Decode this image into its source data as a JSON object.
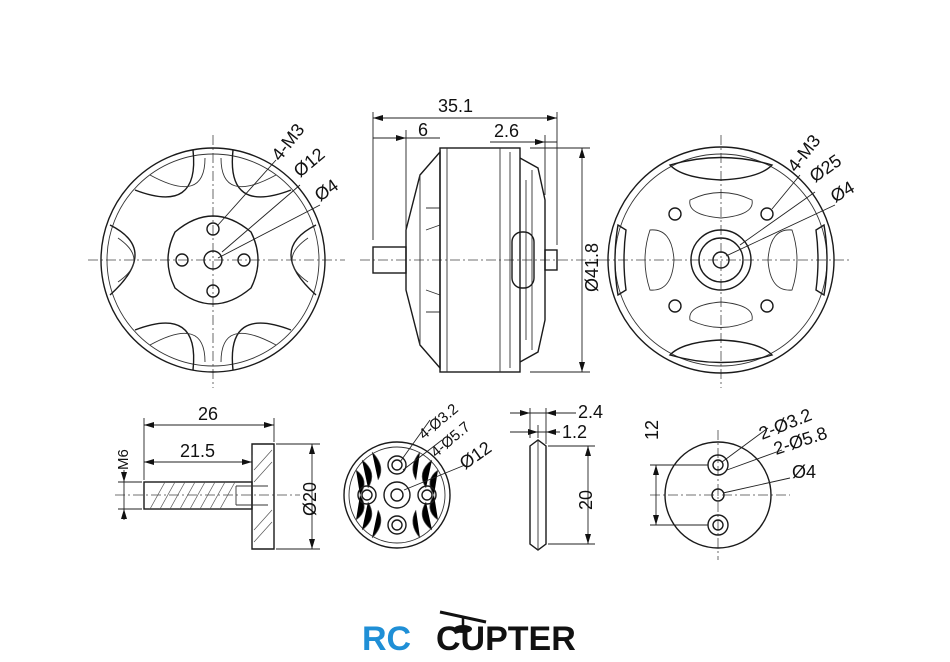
{
  "dimensions": {
    "d35_1": "35.1",
    "d6": "6",
    "d2_6": "2.6",
    "d41_8": "Ø41.8",
    "top_left_4m3": "4-M3",
    "top_left_d12": "Ø12",
    "top_left_d4": "Ø4",
    "top_right_4m3": "4-M3",
    "top_right_d25": "Ø25",
    "top_right_d4": "Ø4",
    "d26": "26",
    "d21_5": "21.5",
    "m6": "M6",
    "d20_shaft": "Ø20",
    "prop_4d3_2": "4-Ø3.2",
    "prop_4d5_7": "4-Ø5.7",
    "prop_d12": "Ø12",
    "d2_4": "2.4",
    "d1_2": "1.2",
    "d20_side": "20",
    "d12_left": "12",
    "c_2d3_2": "2-Ø3.2",
    "c_2d5_8": "2-Ø5.8",
    "c_d4": "Ø4"
  },
  "logo": {
    "part1": "RC",
    "part2": "CUPTER",
    "colors": {
      "rc": "#1f8fd6",
      "cupter": "#111111"
    }
  }
}
